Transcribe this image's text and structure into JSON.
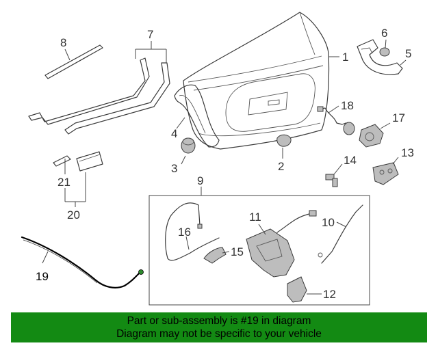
{
  "callouts": {
    "n1": "1",
    "n2": "2",
    "n3": "3",
    "n4": "4",
    "n5": "5",
    "n6": "6",
    "n7": "7",
    "n8": "8",
    "n9": "9",
    "n10": "10",
    "n11": "11",
    "n12": "12",
    "n13": "13",
    "n14": "14",
    "n15": "15",
    "n16": "16",
    "n17": "17",
    "n18": "18",
    "n19": "19",
    "n20": "20",
    "n21": "21"
  },
  "banner": {
    "line1": "Part or sub-assembly is #19 in diagram",
    "line2": "Diagram may not be specific to your vehicle",
    "color": "#138a13"
  },
  "highlight_part": "19"
}
